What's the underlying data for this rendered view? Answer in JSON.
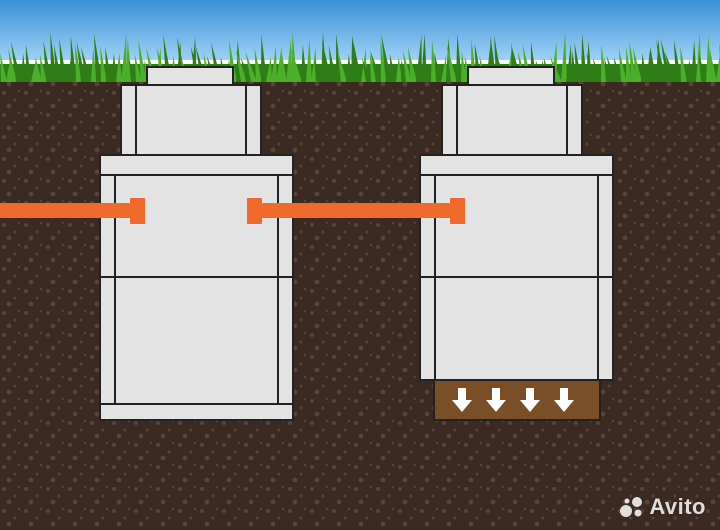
{
  "watermark": {
    "brand": "Avito",
    "icon": "avito-dots-logo"
  },
  "colors": {
    "sky_top": "#3a8fd8",
    "sky_bottom": "#9fd1f5",
    "grass": "#4caf2a",
    "grass_dark": "#2f7d17",
    "soil": "#3b2a22",
    "soil_speck": "#5a4337",
    "concrete": "#e3e3e3",
    "concrete_dark": "#c9c9c9",
    "outline": "#222222",
    "pipe": "#f06a2c",
    "gravel": "#7a4f27",
    "arrow": "#ffffff"
  },
  "diagram": {
    "tanks": [
      {
        "name": "settling-tank",
        "has_drain_bed": false
      },
      {
        "name": "filter-well",
        "has_drain_bed": true
      }
    ],
    "pipes": [
      {
        "name": "inlet-pipe"
      },
      {
        "name": "transfer-pipe"
      }
    ],
    "drain_arrows": 4
  }
}
